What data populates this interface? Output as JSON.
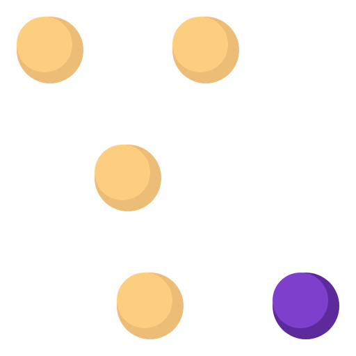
{
  "colors": {
    "ball_fill": "#FECE80",
    "ball_shade": "#EBBD76",
    "accent_fill": "#7E40CC",
    "accent_shade": "#5C2A9A",
    "background": "#FFFFFF"
  },
  "balls": [
    {
      "id": "ball-1",
      "kind": "orange"
    },
    {
      "id": "ball-2",
      "kind": "orange"
    },
    {
      "id": "ball-3",
      "kind": "orange"
    },
    {
      "id": "ball-4",
      "kind": "orange"
    },
    {
      "id": "ball-5",
      "kind": "purple"
    }
  ]
}
